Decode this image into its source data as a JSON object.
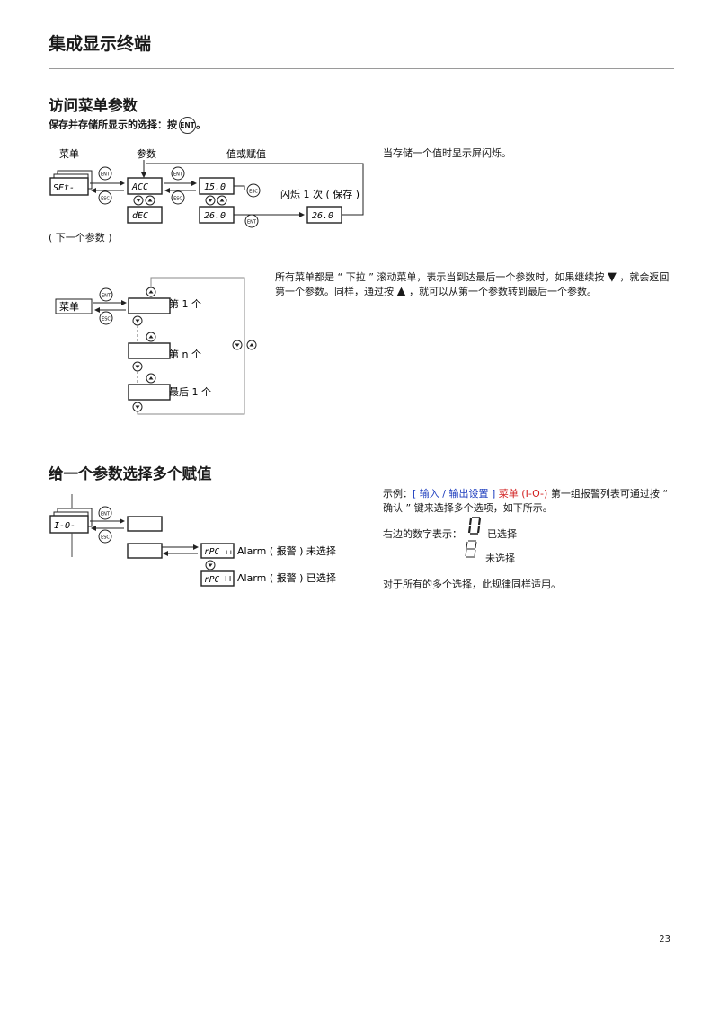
{
  "page": {
    "title": "集成显示终端",
    "page_number": "23"
  },
  "section1": {
    "heading": "访问菜单参数",
    "instruction": "保存并存储所显示的选择：按",
    "instruction_end": "。",
    "labels": {
      "menu": "菜单",
      "param": "参数",
      "value": "值或赋值",
      "flash": "闪烁 1 次 ( 保存 )",
      "next": "( 下一个参数 )"
    },
    "displays": {
      "menu": "SEt-",
      "acc": "ACC",
      "dec": "dEC",
      "v1": "15.0",
      "v2": "26.0",
      "v3": "26.0"
    },
    "note": "当存储一个值时显示屏闪烁。"
  },
  "section2": {
    "menu_label": "菜单",
    "first": "第 1 个",
    "nth": "第 n 个",
    "last": "最后 1 个",
    "para_a": "所有菜单都是 “ 下拉 ” 滚动菜单，表示当到达最后一个参数时，如果继续按",
    "para_b": "，就会返回第一个参数。同样，通过按",
    "para_c": "，就可以从第一个参数转到最后一个参数。"
  },
  "section3": {
    "heading": "给一个参数选择多个赋值",
    "displays": {
      "io": "I-O-",
      "rpc_a": "rPC",
      "rpc_b": "rPC"
    },
    "alarm_not_selected": "Alarm ( 报警 ) 未选择",
    "alarm_selected": "Alarm ( 报警 ) 已选择",
    "ex_prefix": "示例：",
    "ex_blue": "[ 输入 / 输出设置 ]",
    "ex_red": "菜单 (I-O-)",
    "ex_rest": " 第一组报警列表可通过按 “ 确认 ” 键来选择多个选项，如下所示。",
    "digit_intro": "右边的数字表示：",
    "selected": "已选择",
    "not_selected": "未选择",
    "rule_note": "对于所有的多个选择，此规律同样适用。"
  },
  "icons": {
    "ent_button": "ENT",
    "esc_button": "ESC",
    "up_arrow": "▲",
    "down_arrow": "▼"
  }
}
